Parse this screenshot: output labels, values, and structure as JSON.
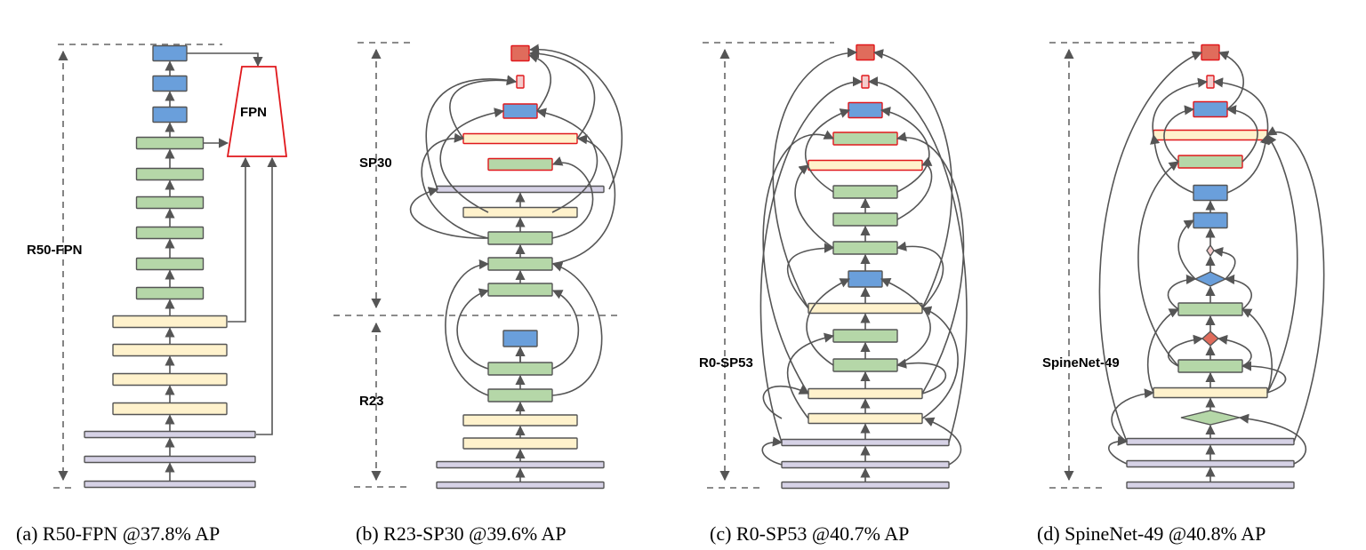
{
  "panels": [
    {
      "label": "R50-FPN",
      "caption": "(a) R50-FPN @37.8% AP",
      "fpn_label": "FPN"
    },
    {
      "label_top": "SP30",
      "label_bottom": "R23",
      "caption": "(b) R23-SP30 @39.6% AP"
    },
    {
      "label": "R0-SP53",
      "caption": "(c) R0-SP53 @40.7% AP"
    },
    {
      "label": "SpineNet-49",
      "caption": "(d) SpineNet-49 @40.8% AP"
    }
  ],
  "colors": {
    "blue": "#6a9fdb",
    "green": "#b5d7a8",
    "yellow": "#fff2cc",
    "lavender": "#d6d2e6",
    "red": "#e06c5c",
    "pink": "#f4cccc",
    "output_border": "#e0181c",
    "edge": "#555555"
  },
  "legend_of_block_kinds": [
    "blue",
    "green",
    "yellow",
    "lavender",
    "red",
    "pink"
  ]
}
